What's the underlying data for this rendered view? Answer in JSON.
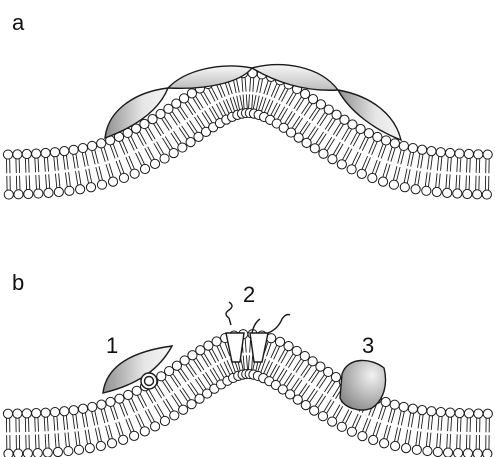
{
  "panels": [
    {
      "id": "a",
      "label": "a",
      "proteins": []
    },
    {
      "id": "b",
      "label": "b",
      "proteins": [
        {
          "number": "1",
          "kind": "scaffold-with-insertion"
        },
        {
          "number": "2",
          "kind": "transmembrane-wedge"
        },
        {
          "number": "3",
          "kind": "hydrophobic-insertion"
        }
      ]
    }
  ],
  "colors": {
    "stroke": "#1a1a1a",
    "protein_fill_light": "#f2f2f2",
    "protein_fill_dark": "#9a9a9a",
    "lipid_head_fill": "#ffffff"
  }
}
